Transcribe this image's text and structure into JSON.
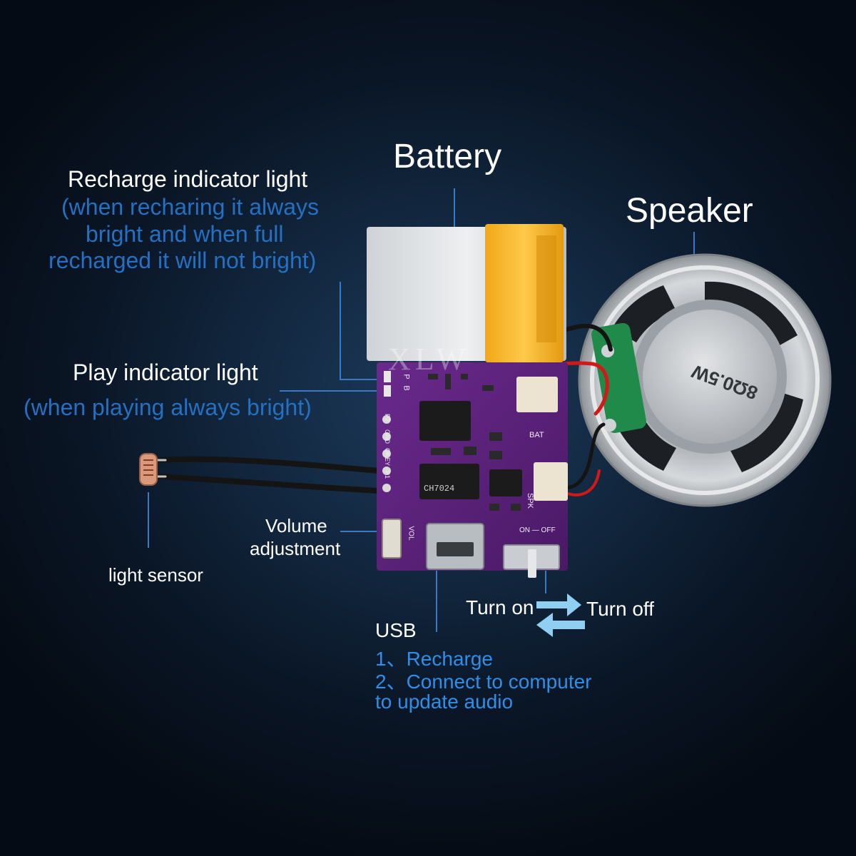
{
  "labels": {
    "battery": "Battery",
    "speaker": "Speaker",
    "recharge_title": "Recharge indicator light",
    "recharge_note_1": "(when recharing it always",
    "recharge_note_2": "bright and when full",
    "recharge_note_3": "recharged it will not bright)",
    "play_title": "Play indicator light",
    "play_note": "(when playing always bright)",
    "volume_1": "Volume",
    "volume_2": "adjustment",
    "light_sensor": "light sensor",
    "usb_title": "USB",
    "usb_item_1": "1、Recharge",
    "usb_item_2": "2、Connect to computer",
    "usb_item_3": "to update audio",
    "turn_on": "Turn on",
    "turn_off": "Turn off"
  },
  "board": {
    "chip_main": "CH7024",
    "pin_labels": [
      "P2",
      "GND",
      "OKEY",
      "P1"
    ],
    "silk_bat": "BAT",
    "silk_spk": "SPK",
    "silk_vol": "VOL",
    "silk_onoff": "ON — OFF",
    "silk_b": "B",
    "silk_p": "P"
  },
  "speaker_marking": "8Ω0.5W",
  "watermark": "XLW",
  "colors": {
    "background": "#0f2238",
    "pcb": "#5a1f7a",
    "callout_line": "#3a78c8",
    "label_white": "#ffffff",
    "label_blue": "#2470c2",
    "label_cyan": "#2e8fe8",
    "arrow": "#8fd0f2"
  }
}
